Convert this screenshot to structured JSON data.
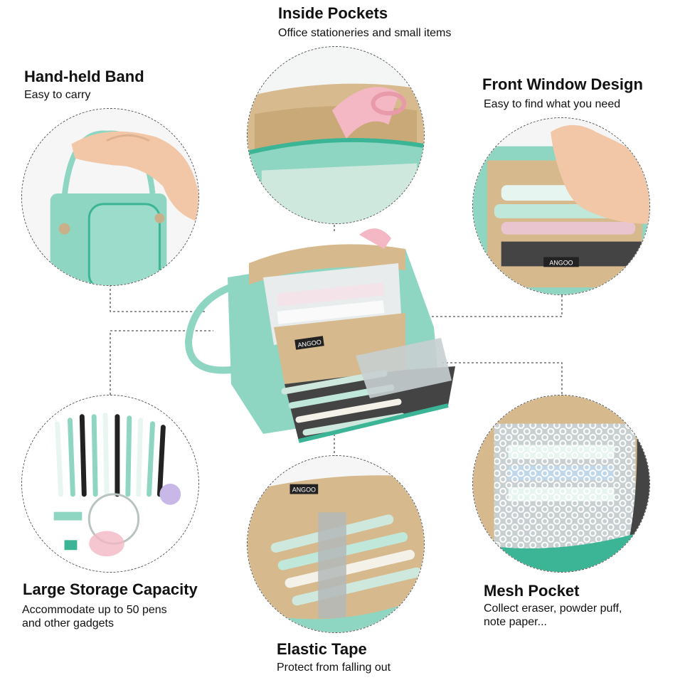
{
  "features": {
    "inside_pockets": {
      "title": "Inside Pockets",
      "subtitle": "Office stationeries and small items"
    },
    "hand_held_band": {
      "title": "Hand-held Band",
      "subtitle": "Easy to carry"
    },
    "front_window": {
      "title": "Front Window Design",
      "subtitle": "Easy to find what you need"
    },
    "large_storage": {
      "title": "Large Storage Capacity",
      "subtitle": "Accommodate up to 50 pens\nand other gadgets"
    },
    "mesh_pocket": {
      "title": "Mesh Pocket",
      "subtitle": "Collect eraser, powder puff,\nnote paper..."
    },
    "elastic_tape": {
      "title": "Elastic Tape",
      "subtitle": "Protect from falling out"
    }
  },
  "brand_label": "ANGOO",
  "colors": {
    "mint": "#8fd6c2",
    "mint_dark": "#3bb595",
    "khaki": "#d6b98c",
    "pink": "#f3b8c3",
    "gray": "#444444"
  }
}
